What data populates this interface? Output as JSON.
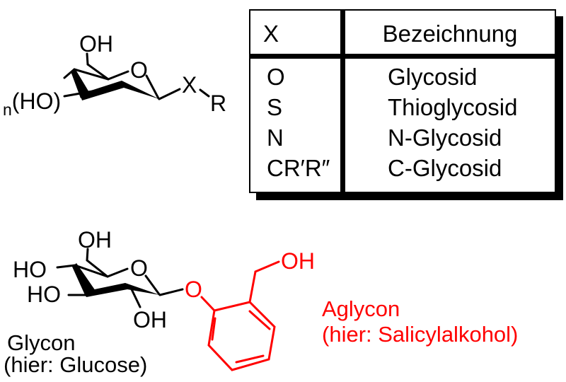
{
  "generic_structure": {
    "oh": "OH",
    "ring_o": "O",
    "n_sub": "n",
    "ho": "(HO)",
    "x": "X",
    "r": "R"
  },
  "table": {
    "header": {
      "x": "X",
      "name": "Bezeichnung"
    },
    "rows": [
      {
        "x": "O",
        "name": "Glycosid"
      },
      {
        "x": "S",
        "name": "Thioglycosid"
      },
      {
        "x": "N",
        "name": "N-Glycosid"
      },
      {
        "x": "CR′R″",
        "name": "C-Glycosid"
      }
    ]
  },
  "glucose_structure": {
    "oh_top": "OH",
    "ho_upper": "HO",
    "ho_lower": "HO",
    "ring_o": "O",
    "oh_bottom": "OH"
  },
  "aglycon_structure": {
    "glycosidic_o": "O",
    "oh": "OH"
  },
  "captions": {
    "glycon_line1": "Glycon",
    "glycon_line2": "(hier: Glucose)",
    "aglycon_line1": "Aglycon",
    "aglycon_line2": "(hier: Salicylalkohol)"
  },
  "colors": {
    "aglycon_red": "#ff0000",
    "ink": "#000000"
  }
}
